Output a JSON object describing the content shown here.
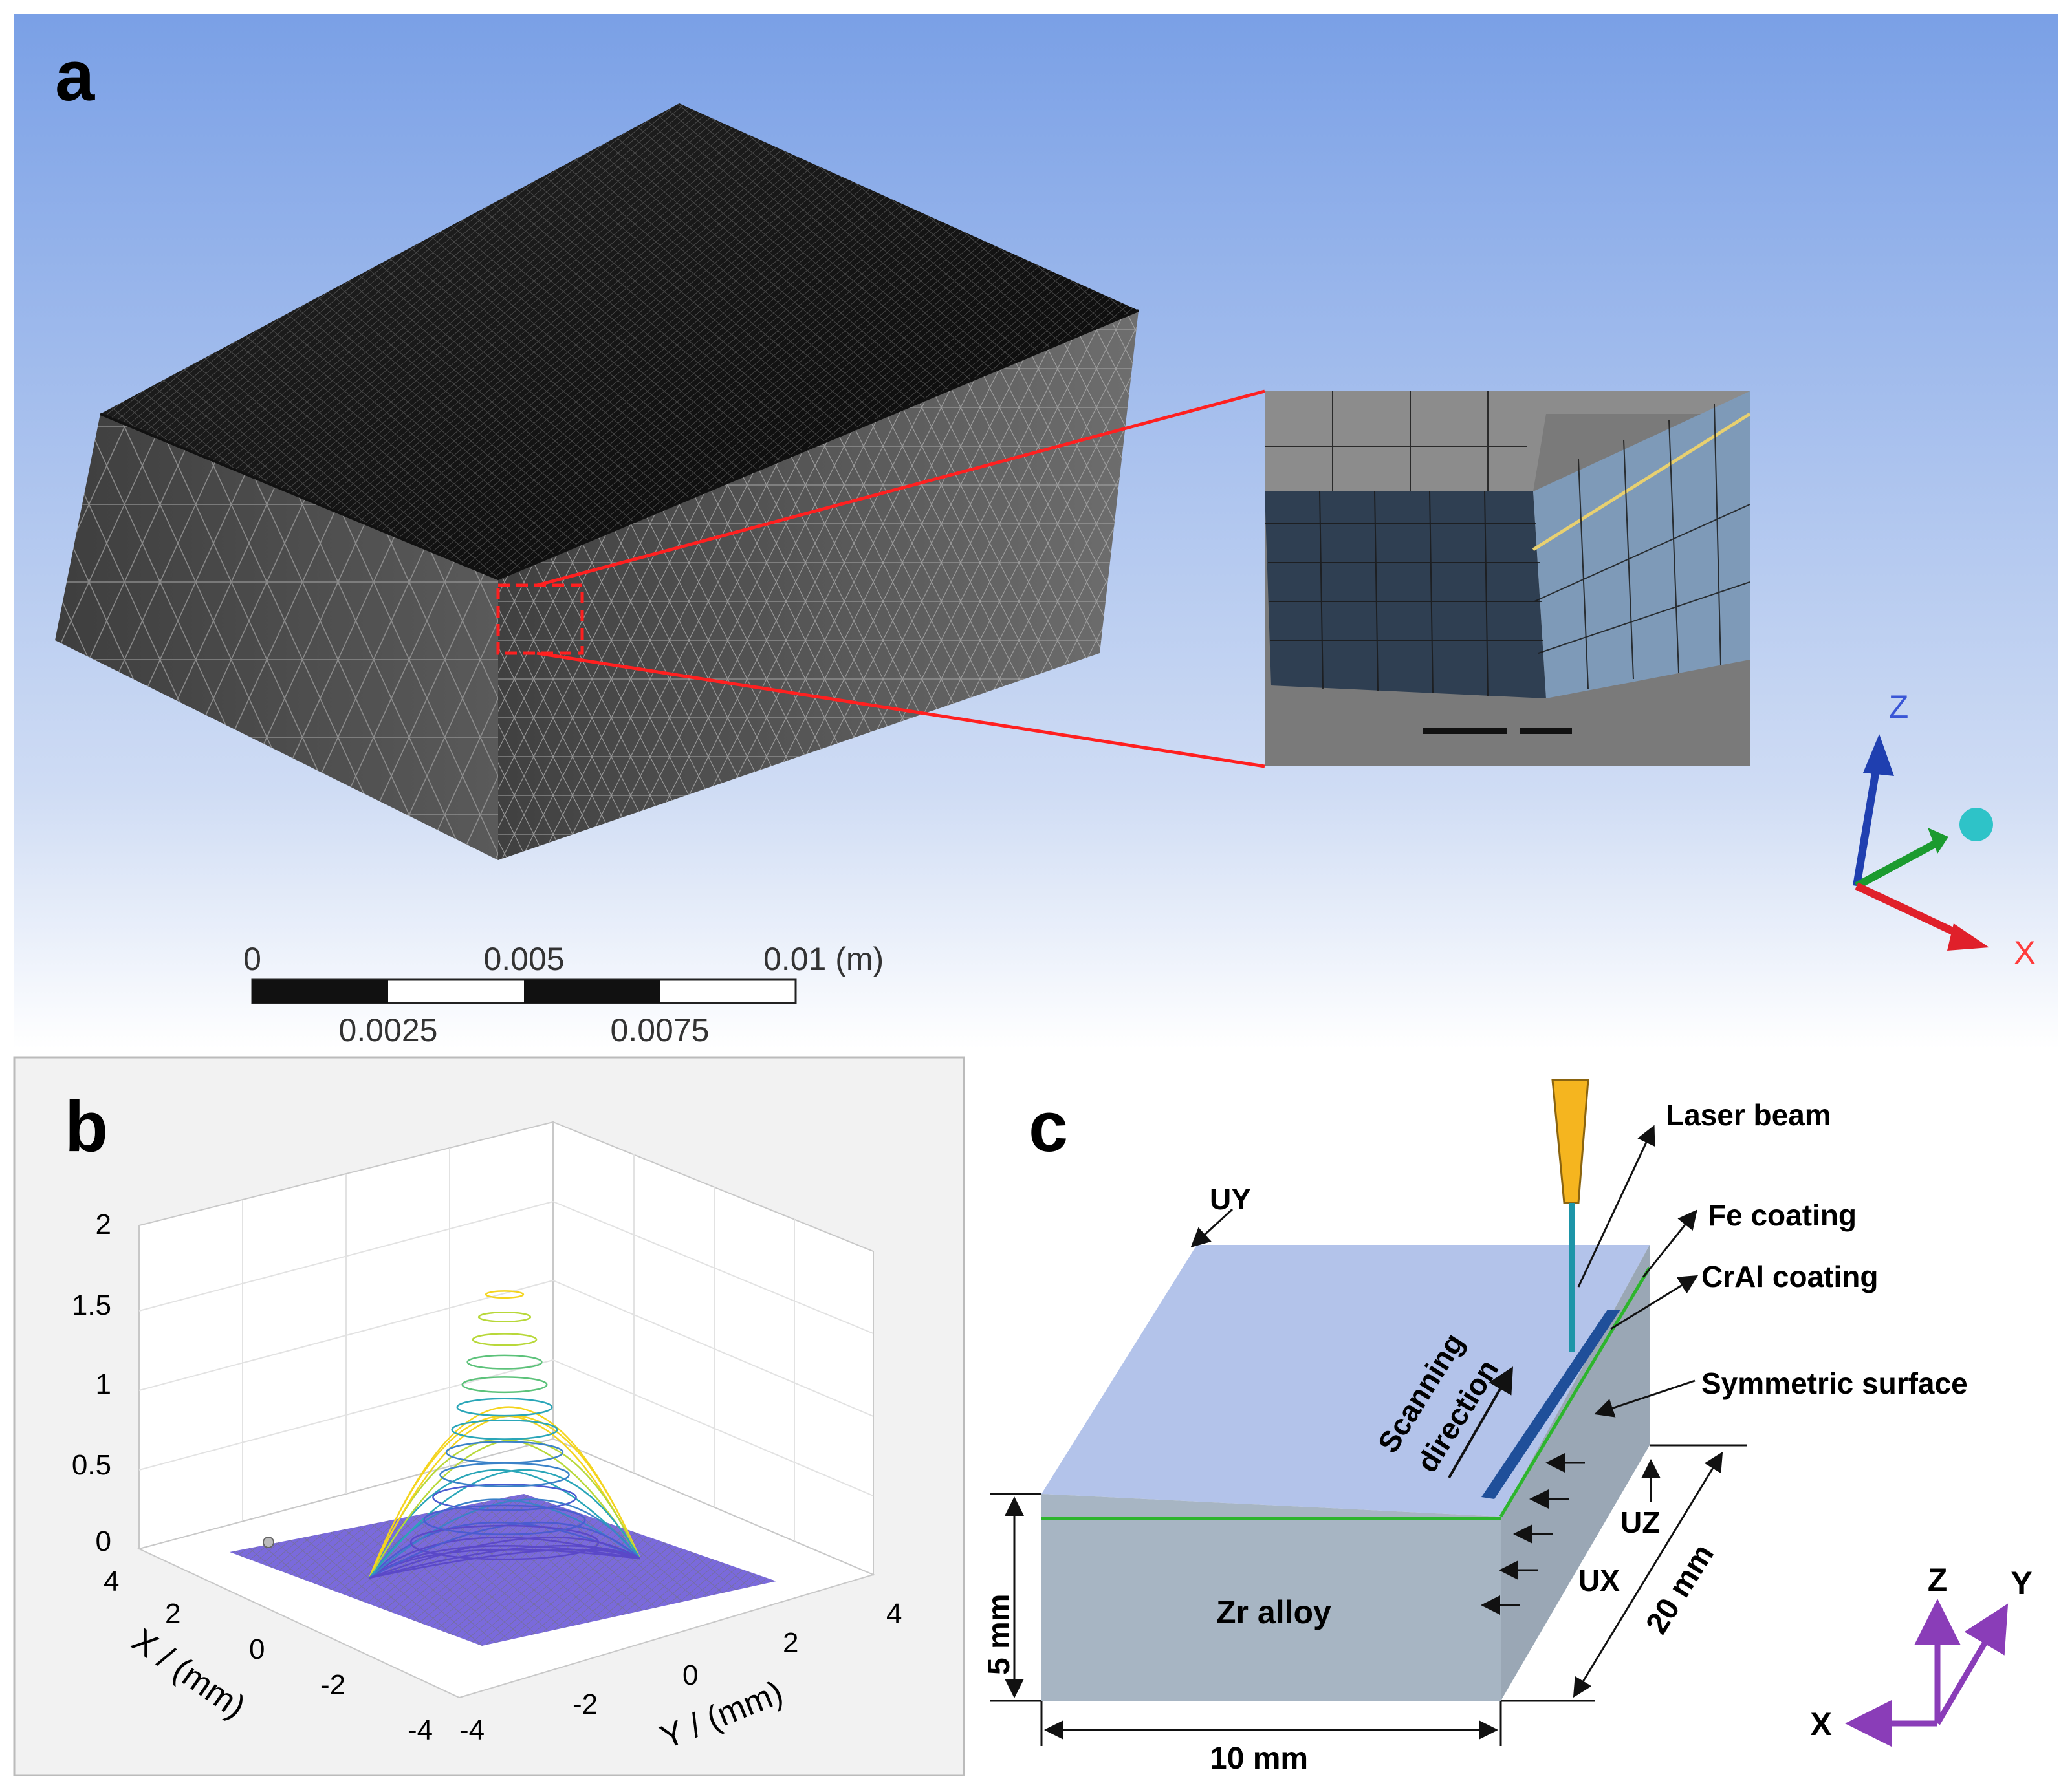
{
  "panels": {
    "a": {
      "letter": "a"
    },
    "b": {
      "letter": "b"
    },
    "c": {
      "letter": "c"
    }
  },
  "panel_a": {
    "scale_bar": {
      "top_labels": [
        "0",
        "0.005",
        "0.01 (m)"
      ],
      "bottom_labels": [
        "0.0025",
        "0.0075"
      ]
    },
    "triad": {
      "z": "Z",
      "x": "X"
    },
    "colors": {
      "background_top": "#7aa0e6",
      "background_bottom": "#ffffff",
      "mesh": "#3a3a3a",
      "zoom_outline": "#ff2020"
    }
  },
  "panel_b": {
    "z_ticks": [
      "2",
      "1.5",
      "1",
      "0.5",
      "0"
    ],
    "x_ticks": [
      "4",
      "2",
      "0",
      "-2",
      "-4"
    ],
    "y_ticks": [
      "-4",
      "-2",
      "0",
      "2",
      "4"
    ],
    "xlabel": "X /  (mm)",
    "ylabel": "Y /  (mm)",
    "peak": 1.85
  },
  "panel_c": {
    "labels": {
      "laser_beam": "Laser beam",
      "fe_coating": "Fe coating",
      "cral_coating": "CrAl coating",
      "symmetric_surface": "Symmetric surface",
      "uy": "UY",
      "uz": "UZ",
      "ux": "UX",
      "scanning": "Scanning",
      "direction": "direction",
      "zr_alloy": "Zr alloy",
      "dim_height": "5 mm",
      "dim_width": "10 mm",
      "dim_depth": "20 mm"
    },
    "axes": {
      "z": "Z",
      "y": "Y",
      "x": "X"
    },
    "colors": {
      "top": "#b3c3ea",
      "front": "#a7b5c3",
      "side": "#9aa7b5",
      "coating_green": "#2db52d",
      "coating_blue": "#1f4f9a",
      "laser": "#f5b51f",
      "axes": "#8a3db8"
    }
  }
}
